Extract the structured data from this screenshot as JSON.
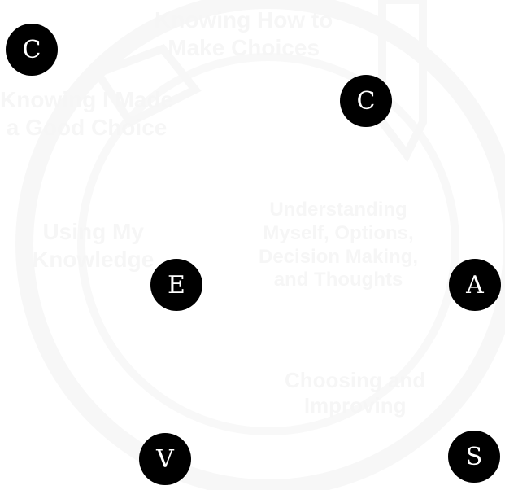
{
  "colors": {
    "background": "#ffffff",
    "node_fill": "#000000",
    "node_text": "#ffffff",
    "watermark": "#f6f6f6"
  },
  "watermark": {
    "t1": "Knowing How to\nMake Choices",
    "t2": "Knowing I Made\na Good Choice",
    "t3": "Understanding\nMyself, Options,\nDecision Making,\nand Thoughts",
    "t4": "Using My\nKnowledge",
    "t5": "Choosing and\nImproving"
  },
  "nodes": {
    "c1": "C",
    "c2": "C",
    "e": "E",
    "a": "A",
    "v": "V",
    "s": "S"
  }
}
